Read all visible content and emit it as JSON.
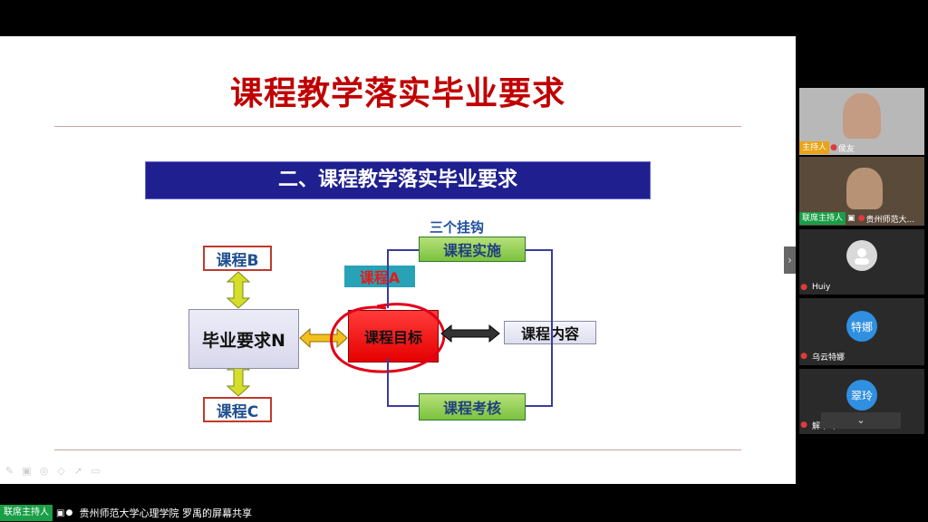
{
  "slide": {
    "title": "课程教学落实毕业要求",
    "banner": "二、课程教学落实毕业要求",
    "diagram": {
      "course_b": "课程B",
      "course_c": "课程C",
      "grad_req": "毕业要求N",
      "course_a": "课程A",
      "course_goal": "课程目标",
      "three_hooks": "三个挂钩",
      "implementation": "课程实施",
      "content": "课程内容",
      "assessment": "课程考核"
    }
  },
  "bottom_bar": {
    "host_tag": "联席主持人",
    "share_text": "贵州师范大学心理学院 罗禹的屏幕共享"
  },
  "participants": [
    {
      "name": "侯友",
      "role": "主持人",
      "role_color": "#e8a317"
    },
    {
      "name": "贵州师范大...",
      "role": "联席主持人",
      "role_color": "#1a9e46"
    },
    {
      "name": "Huiy",
      "avatar": ""
    },
    {
      "name": "乌云特娜",
      "avatar": "特娜",
      "avatar_color": "#2f8fe0"
    },
    {
      "name": "解翠玲",
      "avatar": "翠玲",
      "avatar_color": "#2f8fe0"
    }
  ],
  "icons": [
    "pen-icon",
    "screen-icon",
    "palette-icon",
    "eraser-icon",
    "pointer-icon",
    "camera-icon",
    "chevron-right-icon",
    "chevron-down-icon",
    "mic-muted-icon",
    "share-screen-icon"
  ]
}
